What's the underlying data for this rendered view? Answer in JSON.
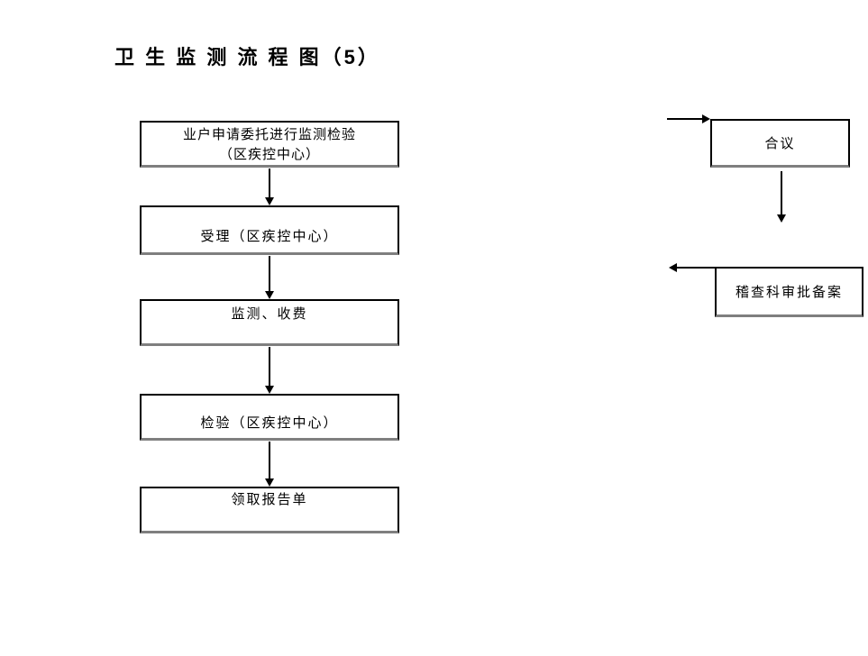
{
  "page": {
    "title": "卫 生 监 测 流 程 图（5）",
    "background_color": "#ffffff"
  },
  "colors": {
    "box_border": "#000000",
    "box_shadow_bottom": "#7f7f7f",
    "arrow": "#000000",
    "text": "#000000"
  },
  "flowchart": {
    "main_flow": {
      "steps": [
        {
          "lines": [
            "业户申请委托进行监测检验",
            "（区疾控中心）"
          ]
        },
        {
          "lines": [
            "受理（区疾控中心）"
          ]
        },
        {
          "lines": [
            "监测、收费"
          ]
        },
        {
          "lines": [
            "检验（区疾控中心）"
          ]
        },
        {
          "lines": [
            "领取报告单"
          ]
        }
      ]
    },
    "side_flow": {
      "deliberation": {
        "label": "合议"
      },
      "audit_filing": {
        "label": "稽查科审批备案"
      }
    }
  }
}
